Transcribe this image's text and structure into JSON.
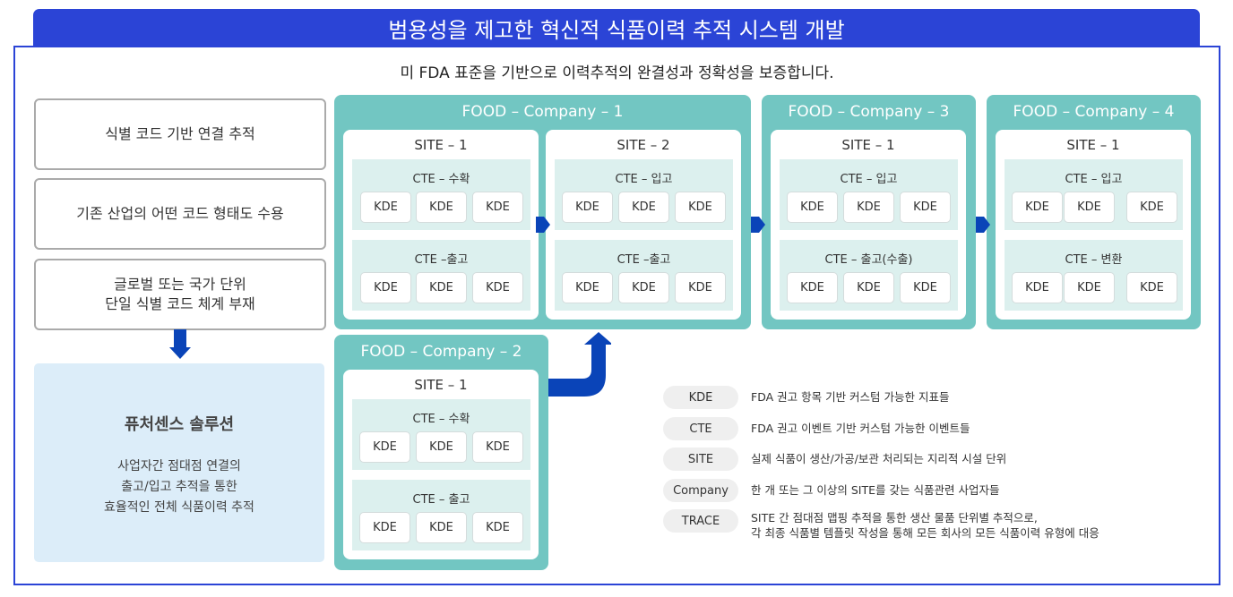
{
  "header": {
    "title": "범용성을 제고한 혁신적 식품이력 추적 시스템 개발",
    "subtitle": "미 FDA 표준을 기반으로 이력추적의 완결성과 정확성을 보증합니다."
  },
  "problems": [
    {
      "line1": "식별 코드 기반 연결 추적",
      "line2": ""
    },
    {
      "line1": "기존 산업의 어떤 코드 형태도 수용",
      "line2": ""
    },
    {
      "line1": "글로벌 또는 국가 단위",
      "line2": "단일 식별 코드 체계 부재"
    }
  ],
  "solution": {
    "title": "퓨처센스 솔루션",
    "lines": [
      "사업자간 점대점 연결의",
      "출고/입고 추적을 통한",
      "효율적인 전체 식품이력 추적"
    ]
  },
  "kde_label": "KDE",
  "companies": [
    {
      "title": "FOOD – Company – 1",
      "sites": [
        {
          "title": "SITE – 1",
          "ctes": [
            "CTE – 수확",
            "CTE –출고"
          ]
        },
        {
          "title": "SITE – 2",
          "ctes": [
            "CTE – 입고",
            "CTE –출고"
          ]
        }
      ]
    },
    {
      "title": "FOOD – Company – 2",
      "sites": [
        {
          "title": "SITE – 1",
          "ctes": [
            "CTE – 수확",
            "CTE – 출고"
          ]
        }
      ]
    },
    {
      "title": "FOOD – Company – 3",
      "sites": [
        {
          "title": "SITE – 1",
          "ctes": [
            "CTE – 입고",
            "CTE – 출고(수출)"
          ]
        }
      ]
    },
    {
      "title": "FOOD – Company – 4",
      "sites": [
        {
          "title": "SITE – 1",
          "ctes": [
            "CTE – 입고",
            "CTE – 변환"
          ]
        }
      ]
    }
  ],
  "legend": [
    {
      "term": "KDE",
      "desc": [
        "FDA 권고 항목 기반 커스텀 가능한 지표들"
      ]
    },
    {
      "term": "CTE",
      "desc": [
        "FDA 권고 이벤트 기반 커스텀 가능한 이벤트들"
      ]
    },
    {
      "term": "SITE",
      "desc": [
        "실제 식품이 생산/가공/보관 처리되는 지리적 시설 단위"
      ]
    },
    {
      "term": "Company",
      "desc": [
        "한 개 또는 그 이상의 SITE를 갖는 식품관련 사업자들"
      ]
    },
    {
      "term": "TRACE",
      "desc": [
        "SITE 간 점대점 맵핑 추적을 통한 생산 물품 단위별 추적으로,",
        "각 최종 식품별 템플릿 작성을 통해 모든 회사의 모든 식품이력 유형에 대응"
      ]
    }
  ],
  "colors": {
    "primary_blue": "#2b44d6",
    "arrow_blue": "#0a44b8",
    "teal": "#72c6c2",
    "cte_bg": "#dcf0ee",
    "solution_bg": "#dcedf9"
  }
}
